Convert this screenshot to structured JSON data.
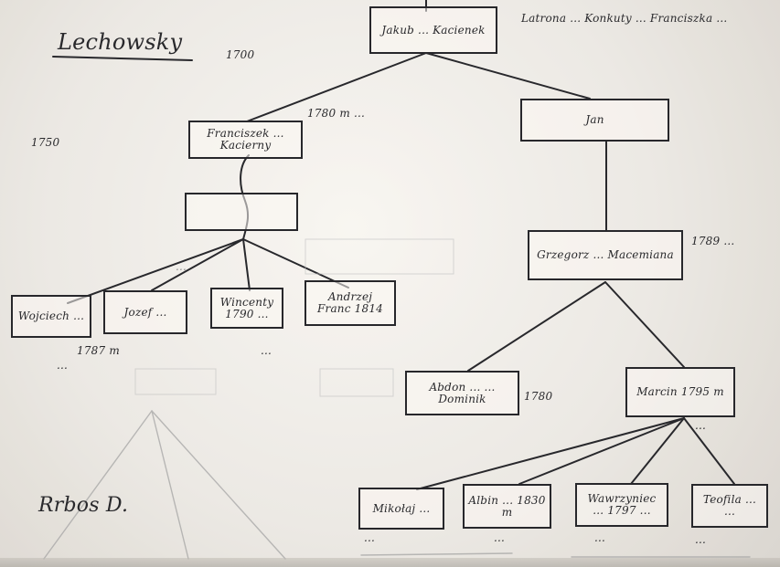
{
  "title": "Lechowsky",
  "center_top": {
    "left_note": "1700",
    "right_note": "Latrona ... Konkuty ... Franciszka ..."
  },
  "nodes": {
    "root": "Jakub ... Kacienek",
    "franciszek": "Franciszek ... Kacierny",
    "jan": "Jan",
    "empty_box": "",
    "grzegorz": "Grzegorz ... Macemiana",
    "abdon": "Abdon ... ... Dominik",
    "marcin": "Marcin 1795 m",
    "wojciech": "Wojciech ...",
    "jozef": "Jozef ...",
    "wincenty": "Wincenty 1790 ...",
    "andrzej": "Andrzej Franc 1814",
    "nicolai": "Mikołaj ...",
    "albin": "Albin ... 1830 m",
    "wawrzyniec": "Wawrzyniec ... 1797 ...",
    "teofila": "Teofila ... ..."
  },
  "annotations": {
    "left_of_franciszek": "1750",
    "franciszek_right_note": "1780 m ...",
    "grzegorz_right_note": "1789 ...",
    "abdon_right_note": "1780",
    "marcin_right_note": "...",
    "left_under_wojciech_1": "1787 m",
    "left_under_wojciech_2": "...",
    "between_boxes": "...",
    "middle_note": "...",
    "bottom_left": "Rrbos D.",
    "bottom_note_1": "...",
    "bottom_note_2": "...",
    "bottom_note_3": "...",
    "bottom_note_4": "..."
  },
  "colors": {
    "ink": "#2d2d30",
    "paper": "#f2f0ec",
    "pencil": "#8f8f8f"
  }
}
